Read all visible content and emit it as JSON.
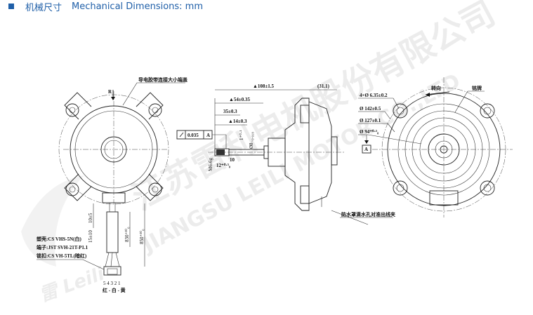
{
  "header": {
    "title_cn": "机械尺寸",
    "title_en": "Mechanical Dimensions: mm"
  },
  "watermark": {
    "company_cn": "江苏雷利电机股份有限公司",
    "company_en": "JIANGSU LEILI MOTOR CO.,LTD",
    "logo_text": "雷 Leili"
  },
  "front_view": {
    "note_tape": "导电胶带连接大小端盖",
    "direction_label": "R",
    "dim_10": "10±5",
    "dim_15": "15±10",
    "dim_830": "830⁺³⁰₀",
    "dim_850": "850⁺³⁰₀",
    "connector_lines": [
      "塑壳:CS VHS-5N(白)",
      "端子:JST SVH-21T-P1.1",
      "锁扣:CS VH-5TL(暗红)"
    ],
    "pin_numbers": "5 4 3 2 1",
    "pin_colors": "红 - 白 - 黄"
  },
  "side_view": {
    "dim_overall": "▲108±1.5",
    "dim_31": "(31.1)",
    "dim_54": "▲54±0.35",
    "dim_35": "35±0.3",
    "dim_14": "▲14±0.3",
    "dim_shaft_dia": "Ø8₋₀.₀₁₈",
    "dim_1": "1⁺⁰·¹",
    "runout_value": "0.035",
    "datum": "A",
    "dim_thread": "M6-6g",
    "dim_12": "12⁺⁰·⁵₀",
    "dim_10": "10",
    "note_drip": "防水罩滴水孔对准出线夹"
  },
  "rear_view": {
    "holes": "4×Ø 6.35±0.2",
    "dia_142": "Ø 142±0.5",
    "dia_127": "Ø 127±0.1",
    "dia_94": "Ø 94⁺⁰·⁵₀",
    "datum": "A",
    "rotation": "转向",
    "nameplate": "铭牌"
  }
}
